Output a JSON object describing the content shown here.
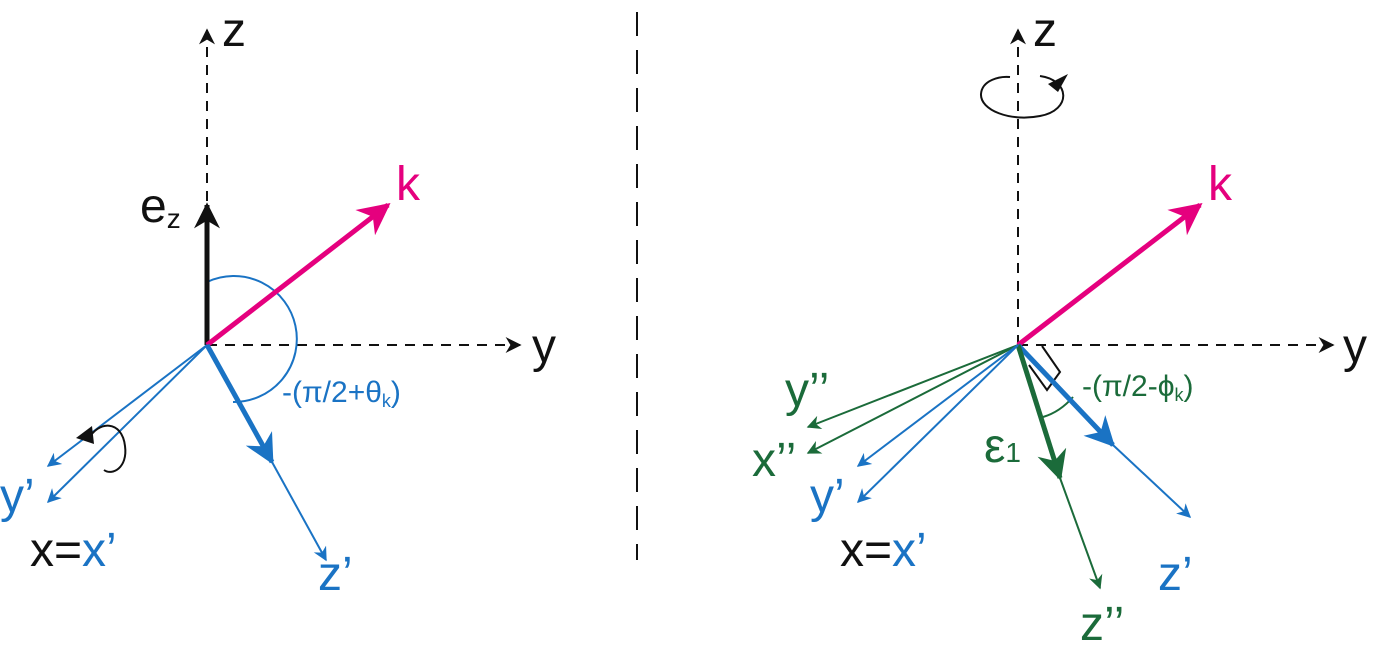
{
  "colors": {
    "black": "#111111",
    "blue": "#1a73c4",
    "magenta": "#e5007e",
    "green": "#1b6b3a"
  },
  "left_panel": {
    "axis_z": "z",
    "axis_y": "y",
    "ez_base": "e",
    "ez_sub": "z",
    "k": "k",
    "x_eq": "x=",
    "x_prime": "x’",
    "y_prime": "y’",
    "z_prime": "z’",
    "angle_pre": "-(π/2+θ",
    "angle_sub": "k",
    "angle_post": ")"
  },
  "right_panel": {
    "axis_z": "z",
    "axis_y": "y",
    "k": "k",
    "x_eq": "x=",
    "x_prime": "x’",
    "y_prime": "y’",
    "z_prime": "z’",
    "y_dbl": "y’’",
    "x_dbl": "x’’",
    "z_dbl": "z’’",
    "eps_base": "ε",
    "eps_sub": "1",
    "angle_pre": "-(π/2-ϕ",
    "angle_sub": "k",
    "angle_post": ")"
  }
}
